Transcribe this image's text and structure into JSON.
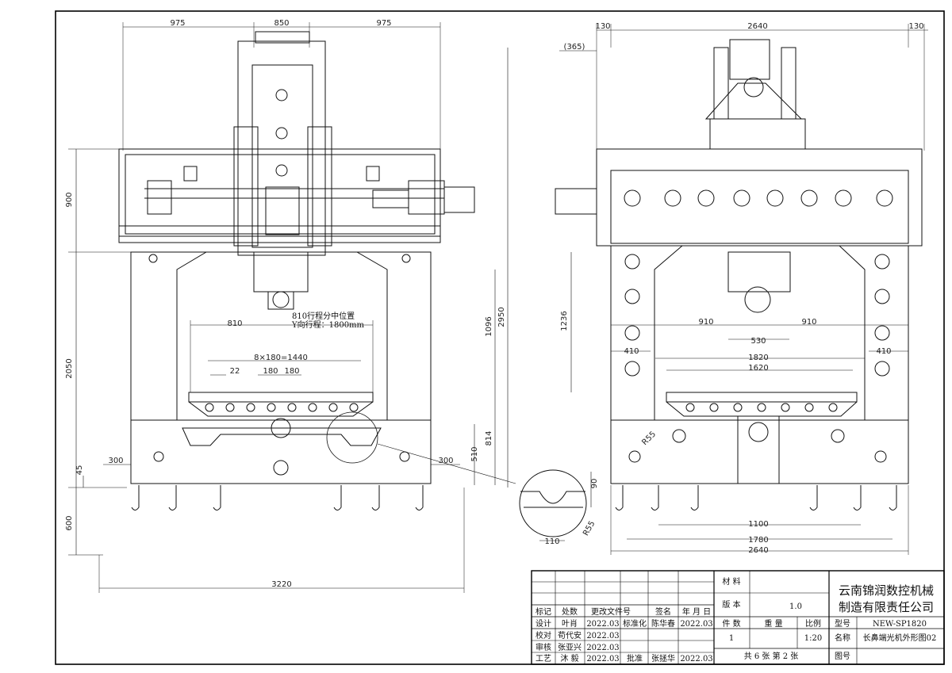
{
  "dimensions": {
    "left_view": {
      "top_975_left": "975",
      "top_850": "850",
      "top_975_right": "975",
      "h_900": "900",
      "h_2050": "2050",
      "h_2950": "2950",
      "h_1096": "1096",
      "h_814": "814",
      "h_510": "510",
      "h_45": "45",
      "h_600": "600",
      "w_810": "810",
      "pitch": "8×180=1440",
      "w_22": "22",
      "w_180a": "180",
      "w_180b": "180",
      "w_300_left": "300",
      "w_300_right": "300",
      "w_3220": "3220",
      "note_line1": "810行程分中位置",
      "note_line2": "Y向行程：1800mm"
    },
    "right_view": {
      "top_130_left": "130",
      "top_2640": "2640",
      "top_130_right": "130",
      "w_365": "(365)",
      "h_1236": "1236",
      "w_910_left": "910",
      "w_910_right": "910",
      "w_530": "530",
      "w_410_left": "410",
      "w_410_right": "410",
      "w_1820": "1820",
      "w_1620": "1620",
      "r55": "R55",
      "w_1100": "1100",
      "w_1780": "1780",
      "w_2640_bottom": "2640"
    },
    "detail": {
      "h_90": "90",
      "r55": "R55",
      "w_110": "110"
    }
  },
  "title_block": {
    "material_label": "材 料",
    "version_label": "版 本",
    "version_value": "1.0",
    "company_line1": "云南锦润数控机械",
    "company_line2": "制造有限责任公司",
    "headers": [
      "标记",
      "处数",
      "更改文件号",
      "签名",
      "年 月 日"
    ],
    "count_label": "件 数",
    "weight_label": "重 量",
    "scale_label": "比例",
    "count_value": "1",
    "scale_value": "1:20",
    "model_label": "型号",
    "model_value": "NEW-SP1820",
    "name_label": "名称",
    "name_value": "长鼻端光机外形图02",
    "drawing_no_label": "图号",
    "sheets_text": "共 6 张    第 2 张",
    "rows": [
      {
        "role": "设计",
        "name": "叶肖",
        "date": "2022.03",
        "role2": "标准化",
        "name2": "陈华春",
        "date2": "2022.03"
      },
      {
        "role": "校对",
        "name": "苟代安",
        "date": "2022.03",
        "role2": "",
        "name2": "",
        "date2": ""
      },
      {
        "role": "审核",
        "name": "张亚兴",
        "date": "2022.03",
        "role2": "",
        "name2": "",
        "date2": ""
      },
      {
        "role": "工艺",
        "name": "沐 毅",
        "date": "2022.03",
        "role2": "批准",
        "name2": "张拯华",
        "date2": "2022.03"
      }
    ]
  }
}
